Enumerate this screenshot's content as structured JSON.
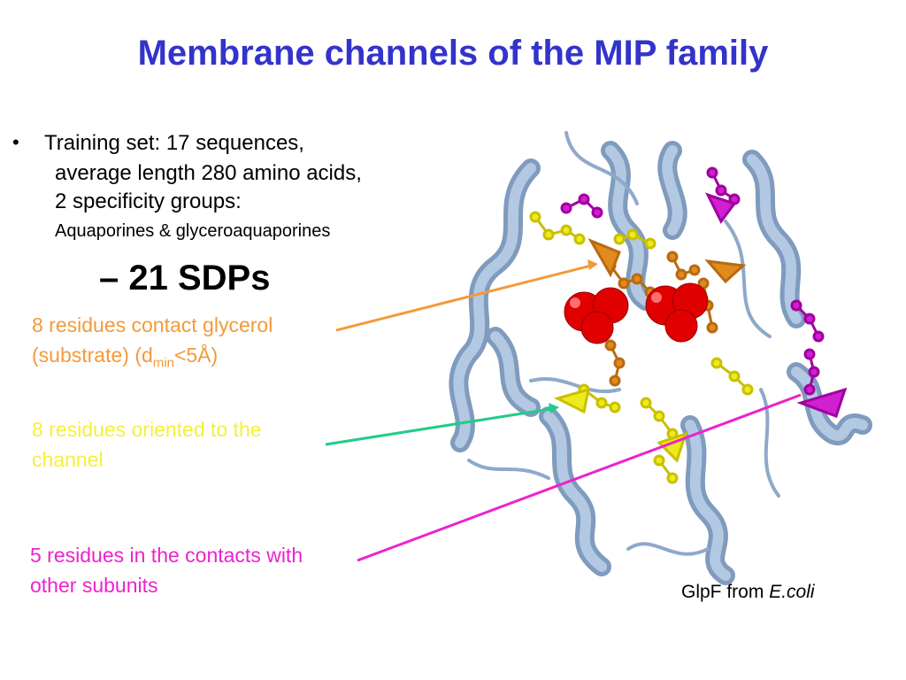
{
  "slide": {
    "title": "Membrane channels of the MIP family",
    "bullet": {
      "marker": "•",
      "line1": "Training set: 17 sequences,",
      "line2": "average length 280 amino acids,",
      "line3": "2 specificity groups:",
      "line4": "Aquaporines & glyceroaquaporines"
    },
    "sdp_count": "– 21 SDPs",
    "annotations": [
      {
        "line1": "8 residues contact glycerol",
        "line2_pre": "(substrate)  (d",
        "line2_sub": "min",
        "line2_post": "<5Å)",
        "color": "#f39a3a"
      },
      {
        "line1": "8 residues oriented to the",
        "line2": "channel",
        "color": "#f5f03a"
      },
      {
        "line1": "5 residues in the contacts with",
        "line2": "other subunits",
        "color": "#ee22cc"
      }
    ],
    "caption": {
      "text": "GlpF from ",
      "organism": "E.coli"
    }
  }
}
